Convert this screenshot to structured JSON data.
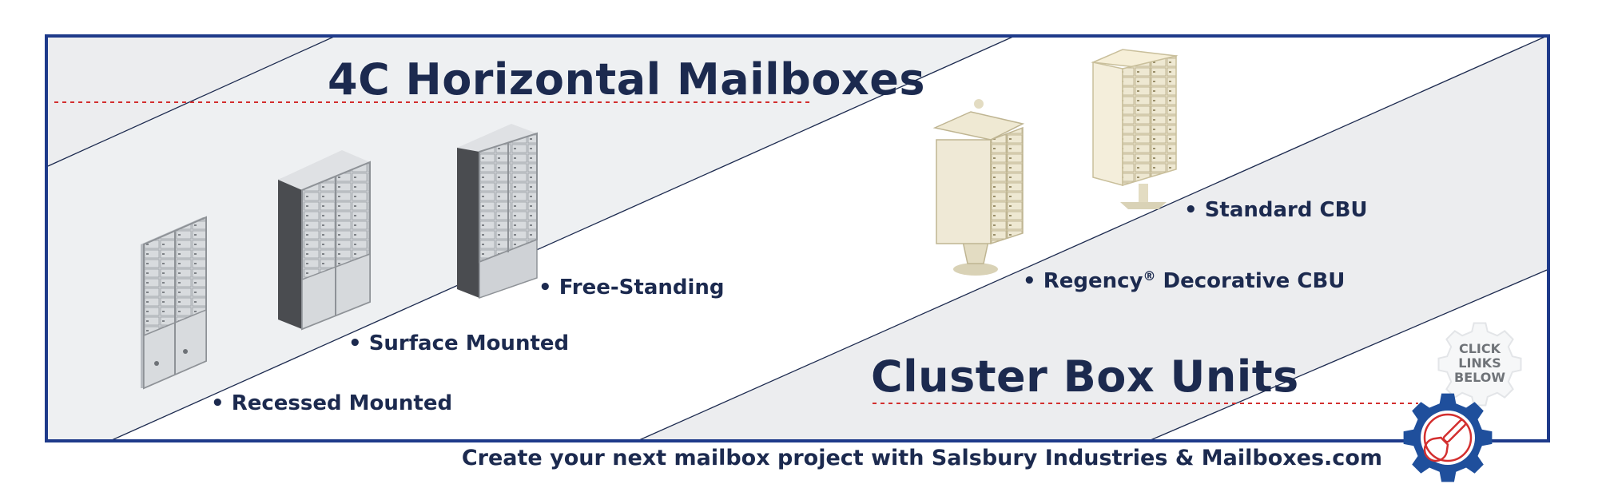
{
  "sections": {
    "horizontal": {
      "title": "4C Horizontal Mailboxes",
      "items": [
        "Recessed Mounted",
        "Surface Mounted",
        "Free-Standing"
      ]
    },
    "cluster": {
      "title": "Cluster Box Units",
      "items": {
        "regency_name": "Regency",
        "regency_mark": "®",
        "regency_suffix": "Decorative CBU",
        "standard": "Standard CBU"
      }
    }
  },
  "bullet": "•",
  "badge": {
    "text": [
      "CLICK",
      "LINKS",
      "BELOW"
    ]
  },
  "footer": {
    "text": "Create your next mailbox project with Salsbury Industries & Mailboxes.com"
  },
  "icons": {
    "badge": "wrench-gear-icon",
    "products": [
      "recessed-mailbox-icon",
      "surface-mailbox-icon",
      "freestanding-mailbox-icon",
      "regency-cbu-icon",
      "standard-cbu-icon"
    ]
  },
  "colors": {
    "navy": "#1c2a4f",
    "frame": "#1e3a8a",
    "gear": "#1f4f9c",
    "accent_red": "#d32f2f",
    "band_gray": "#ecedef",
    "steel": "#c9ccd0",
    "cream": "#ece6cf"
  }
}
